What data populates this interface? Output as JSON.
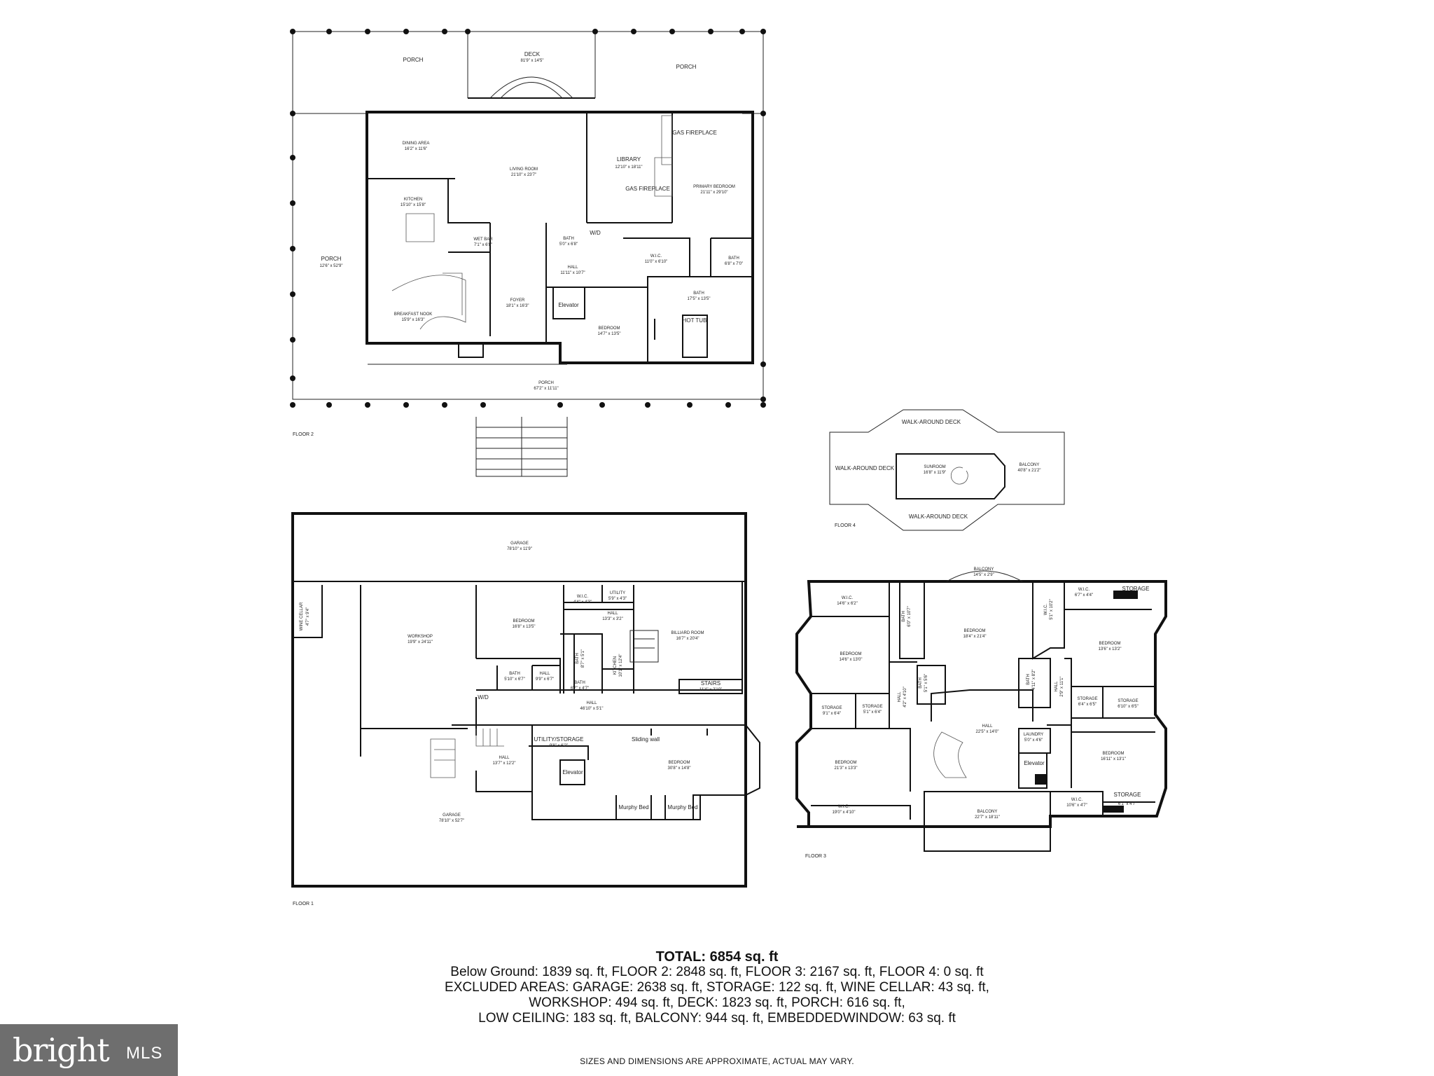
{
  "floors": {
    "floor2": {
      "label": "FLOOR 2",
      "rooms": {
        "porch_top_left": {
          "name": "PORCH"
        },
        "deck": {
          "name": "DECK",
          "dim": "81'9\" x 14'5\""
        },
        "porch_top_right": {
          "name": "PORCH"
        },
        "dining": {
          "name": "DINING AREA",
          "dim": "16'2\" x 11'6\""
        },
        "living": {
          "name": "LIVING ROOM",
          "dim": "21'10\" x 23'7\""
        },
        "library": {
          "name": "LIBRARY",
          "dim": "12'10\" x 18'11\""
        },
        "gas_fireplace_1": {
          "name": "GAS FIREPLACE"
        },
        "gas_fireplace_2": {
          "name": "GAS FIREPLACE"
        },
        "primary_bedroom": {
          "name": "PRIMARY BEDROOM",
          "dim": "21'11\" x 29'10\""
        },
        "kitchen": {
          "name": "KITCHEN",
          "dim": "15'10\" x 15'8\""
        },
        "wet_bar": {
          "name": "WET BAR",
          "dim": "7'1\" x 6'8\""
        },
        "bath_small": {
          "name": "BATH",
          "dim": "5'0\" x 6'8\""
        },
        "wd": {
          "name": "W/D"
        },
        "wic": {
          "name": "W.I.C.",
          "dim": "11'0\" x 6'10\""
        },
        "bath_right": {
          "name": "BATH",
          "dim": "6'8\" x 7'0\""
        },
        "porch_left": {
          "name": "PORCH",
          "dim": "12'6\" x 52'9\""
        },
        "hall": {
          "name": "HALL",
          "dim": "11'11\" x 10'7\""
        },
        "foyer": {
          "name": "FOYER",
          "dim": "18'1\" x 16'3\""
        },
        "elevator": {
          "name": "Elevator"
        },
        "bath_primary": {
          "name": "BATH",
          "dim": "17'5\" x 13'5\""
        },
        "hot_tub": {
          "name": "HOT TUB"
        },
        "breakfast": {
          "name": "BREAKFAST NOOK",
          "dim": "15'9\" x 16'3\""
        },
        "bedroom": {
          "name": "BEDROOM",
          "dim": "14'7\" x 13'5\""
        },
        "porch_bottom": {
          "name": "PORCH",
          "dim": "67'2\" x 11'11\""
        }
      }
    },
    "floor4": {
      "label": "FLOOR 4",
      "rooms": {
        "deck_top": {
          "name": "WALK-AROUND DECK"
        },
        "deck_left": {
          "name": "WALK-AROUND DECK"
        },
        "sunroom": {
          "name": "SUNROOM",
          "dim": "16'8\" x 11'9\""
        },
        "balcony": {
          "name": "BALCONY",
          "dim": "40'8\" x 21'2\""
        },
        "deck_bottom": {
          "name": "WALK-AROUND DECK"
        }
      }
    },
    "floor1": {
      "label": "FLOOR 1",
      "rooms": {
        "garage_top": {
          "name": "GARAGE",
          "dim": "78'10\" x 11'9\""
        },
        "wine": {
          "name": "WINE CELLAR",
          "dim": "4'7\" x 9'4\""
        },
        "workshop": {
          "name": "WORKSHOP",
          "dim": "19'9\" x 24'11\""
        },
        "bedroom": {
          "name": "BEDROOM",
          "dim": "16'8\" x 13'5\""
        },
        "wic": {
          "name": "W.I.C.",
          "dim": "4'4\" x 4'3\""
        },
        "utility": {
          "name": "UTILITY",
          "dim": "5'9\" x 4'3\""
        },
        "hall_small": {
          "name": "HALL",
          "dim": "13'3\" x 3'2\""
        },
        "billiard": {
          "name": "BILLIARD ROOM",
          "dim": "16'7\" x 20'4\""
        },
        "bath_v": {
          "name": "BATH",
          "dim": "8'7\" x 5'1\""
        },
        "kitchen": {
          "name": "KITCHEN",
          "dim": "10'1\" x 12'4\""
        },
        "bath1": {
          "name": "BATH",
          "dim": "5'10\" x 6'7\""
        },
        "hall1": {
          "name": "HALL",
          "dim": "9'9\" x 6'7\""
        },
        "bath2": {
          "name": "BATH",
          "dim": "6'7\" x 4'7\""
        },
        "stairs": {
          "name": "STAIRS",
          "dim": "11'4\" x 2'10\""
        },
        "wd": {
          "name": "W/D"
        },
        "hall_long": {
          "name": "HALL",
          "dim": "46'10\" x 5'1\""
        },
        "utility_storage": {
          "name": "UTILITY/STORAGE",
          "dim": "9'8\" x 6'2\""
        },
        "sliding": {
          "name": "Sliding wall"
        },
        "hall_lower": {
          "name": "HALL",
          "dim": "13'7\" x 12'2\""
        },
        "elevator": {
          "name": "Elevator"
        },
        "bedroom_large": {
          "name": "BEDROOM",
          "dim": "30'8\" x 14'8\""
        },
        "murphy1": {
          "name": "Murphy Bed"
        },
        "murphy2": {
          "name": "Murphy Bed"
        },
        "garage_bottom": {
          "name": "GARAGE",
          "dim": "78'10\" x 52'7\""
        }
      }
    },
    "floor3": {
      "label": "FLOOR 3",
      "rooms": {
        "balcony_top": {
          "name": "BALCONY",
          "dim": "14'5\" x 2'9\""
        },
        "wic_top": {
          "name": "W.I.C.",
          "dim": "14'6\" x 6'2\""
        },
        "bath_top": {
          "name": "BATH",
          "dim": "6'0\" x 10'7\""
        },
        "bedroom_center": {
          "name": "BEDROOM",
          "dim": "18'4\" x 21'4\""
        },
        "wic_v": {
          "name": "W.I.C.",
          "dim": "5'1\" x 10'2\""
        },
        "wic_right": {
          "name": "W.I.C.",
          "dim": "6'7\" x 4'4\""
        },
        "storage_r1": {
          "name": "STORAGE"
        },
        "bedroom_left": {
          "name": "BEDROOM",
          "dim": "14'6\" x 13'0\""
        },
        "bedroom_right": {
          "name": "BEDROOM",
          "dim": "13'6\" x 13'2\""
        },
        "hall_v1": {
          "name": "HALL",
          "dim": "4'2\" x 4'10\""
        },
        "bath_v1": {
          "name": "BATH",
          "dim": "5'1\" x 5'6\""
        },
        "bath_v2": {
          "name": "BATH",
          "dim": "4'11\" x 8'2\""
        },
        "hall_v2": {
          "name": "HALL",
          "dim": "2'9\" x 11'1\""
        },
        "storage_l1": {
          "name": "STORAGE",
          "dim": "9'1\" x 6'4\""
        },
        "storage_l2": {
          "name": "STORAGE",
          "dim": "5'1\" x 6'4\""
        },
        "storage_r2": {
          "name": "STORAGE",
          "dim": "6'4\" x 6'5\""
        },
        "storage_r3": {
          "name": "STORAGE",
          "dim": "6'10\" x 6'5\""
        },
        "hall": {
          "name": "HALL",
          "dim": "22'5\" x 14'0\""
        },
        "laundry": {
          "name": "LAUNDRY",
          "dim": "5'0\" x 4'6\""
        },
        "bedroom_bl": {
          "name": "BEDROOM",
          "dim": "21'3\" x 13'3\""
        },
        "elevator": {
          "name": "Elevator"
        },
        "bedroom_br": {
          "name": "BEDROOM",
          "dim": "16'11\" x 13'1\""
        },
        "wic_bl": {
          "name": "W.I.C.",
          "dim": "19'0\" x 4'10\""
        },
        "balcony_bottom": {
          "name": "BALCONY",
          "dim": "22'7\" x 18'11\""
        },
        "wic_br": {
          "name": "W.I.C.",
          "dim": "10'6\" x 4'7\""
        },
        "storage_br": {
          "name": "STORAGE",
          "dim": "6'1\" x 4'7\""
        }
      }
    }
  },
  "summary": {
    "total": "TOTAL: 6854 sq. ft",
    "line1": "Below Ground: 1839 sq. ft, FLOOR 2: 2848 sq. ft, FLOOR 3: 2167 sq. ft, FLOOR 4: 0 sq. ft",
    "line2": "EXCLUDED AREAS: GARAGE: 2638 sq. ft, STORAGE: 122 sq. ft, WINE CELLAR: 43 sq. ft,",
    "line3": "WORKSHOP: 494 sq. ft, DECK: 1823 sq. ft, PORCH: 616 sq. ft,",
    "line4": "LOW CEILING: 183 sq. ft, BALCONY: 944 sq. ft, EMBEDDEDWINDOW: 63 sq. ft"
  },
  "disclaimer": "SIZES AND DIMENSIONS ARE APPROXIMATE, ACTUAL MAY VARY.",
  "logo": {
    "brand": "bright",
    "suffix": "MLS"
  }
}
